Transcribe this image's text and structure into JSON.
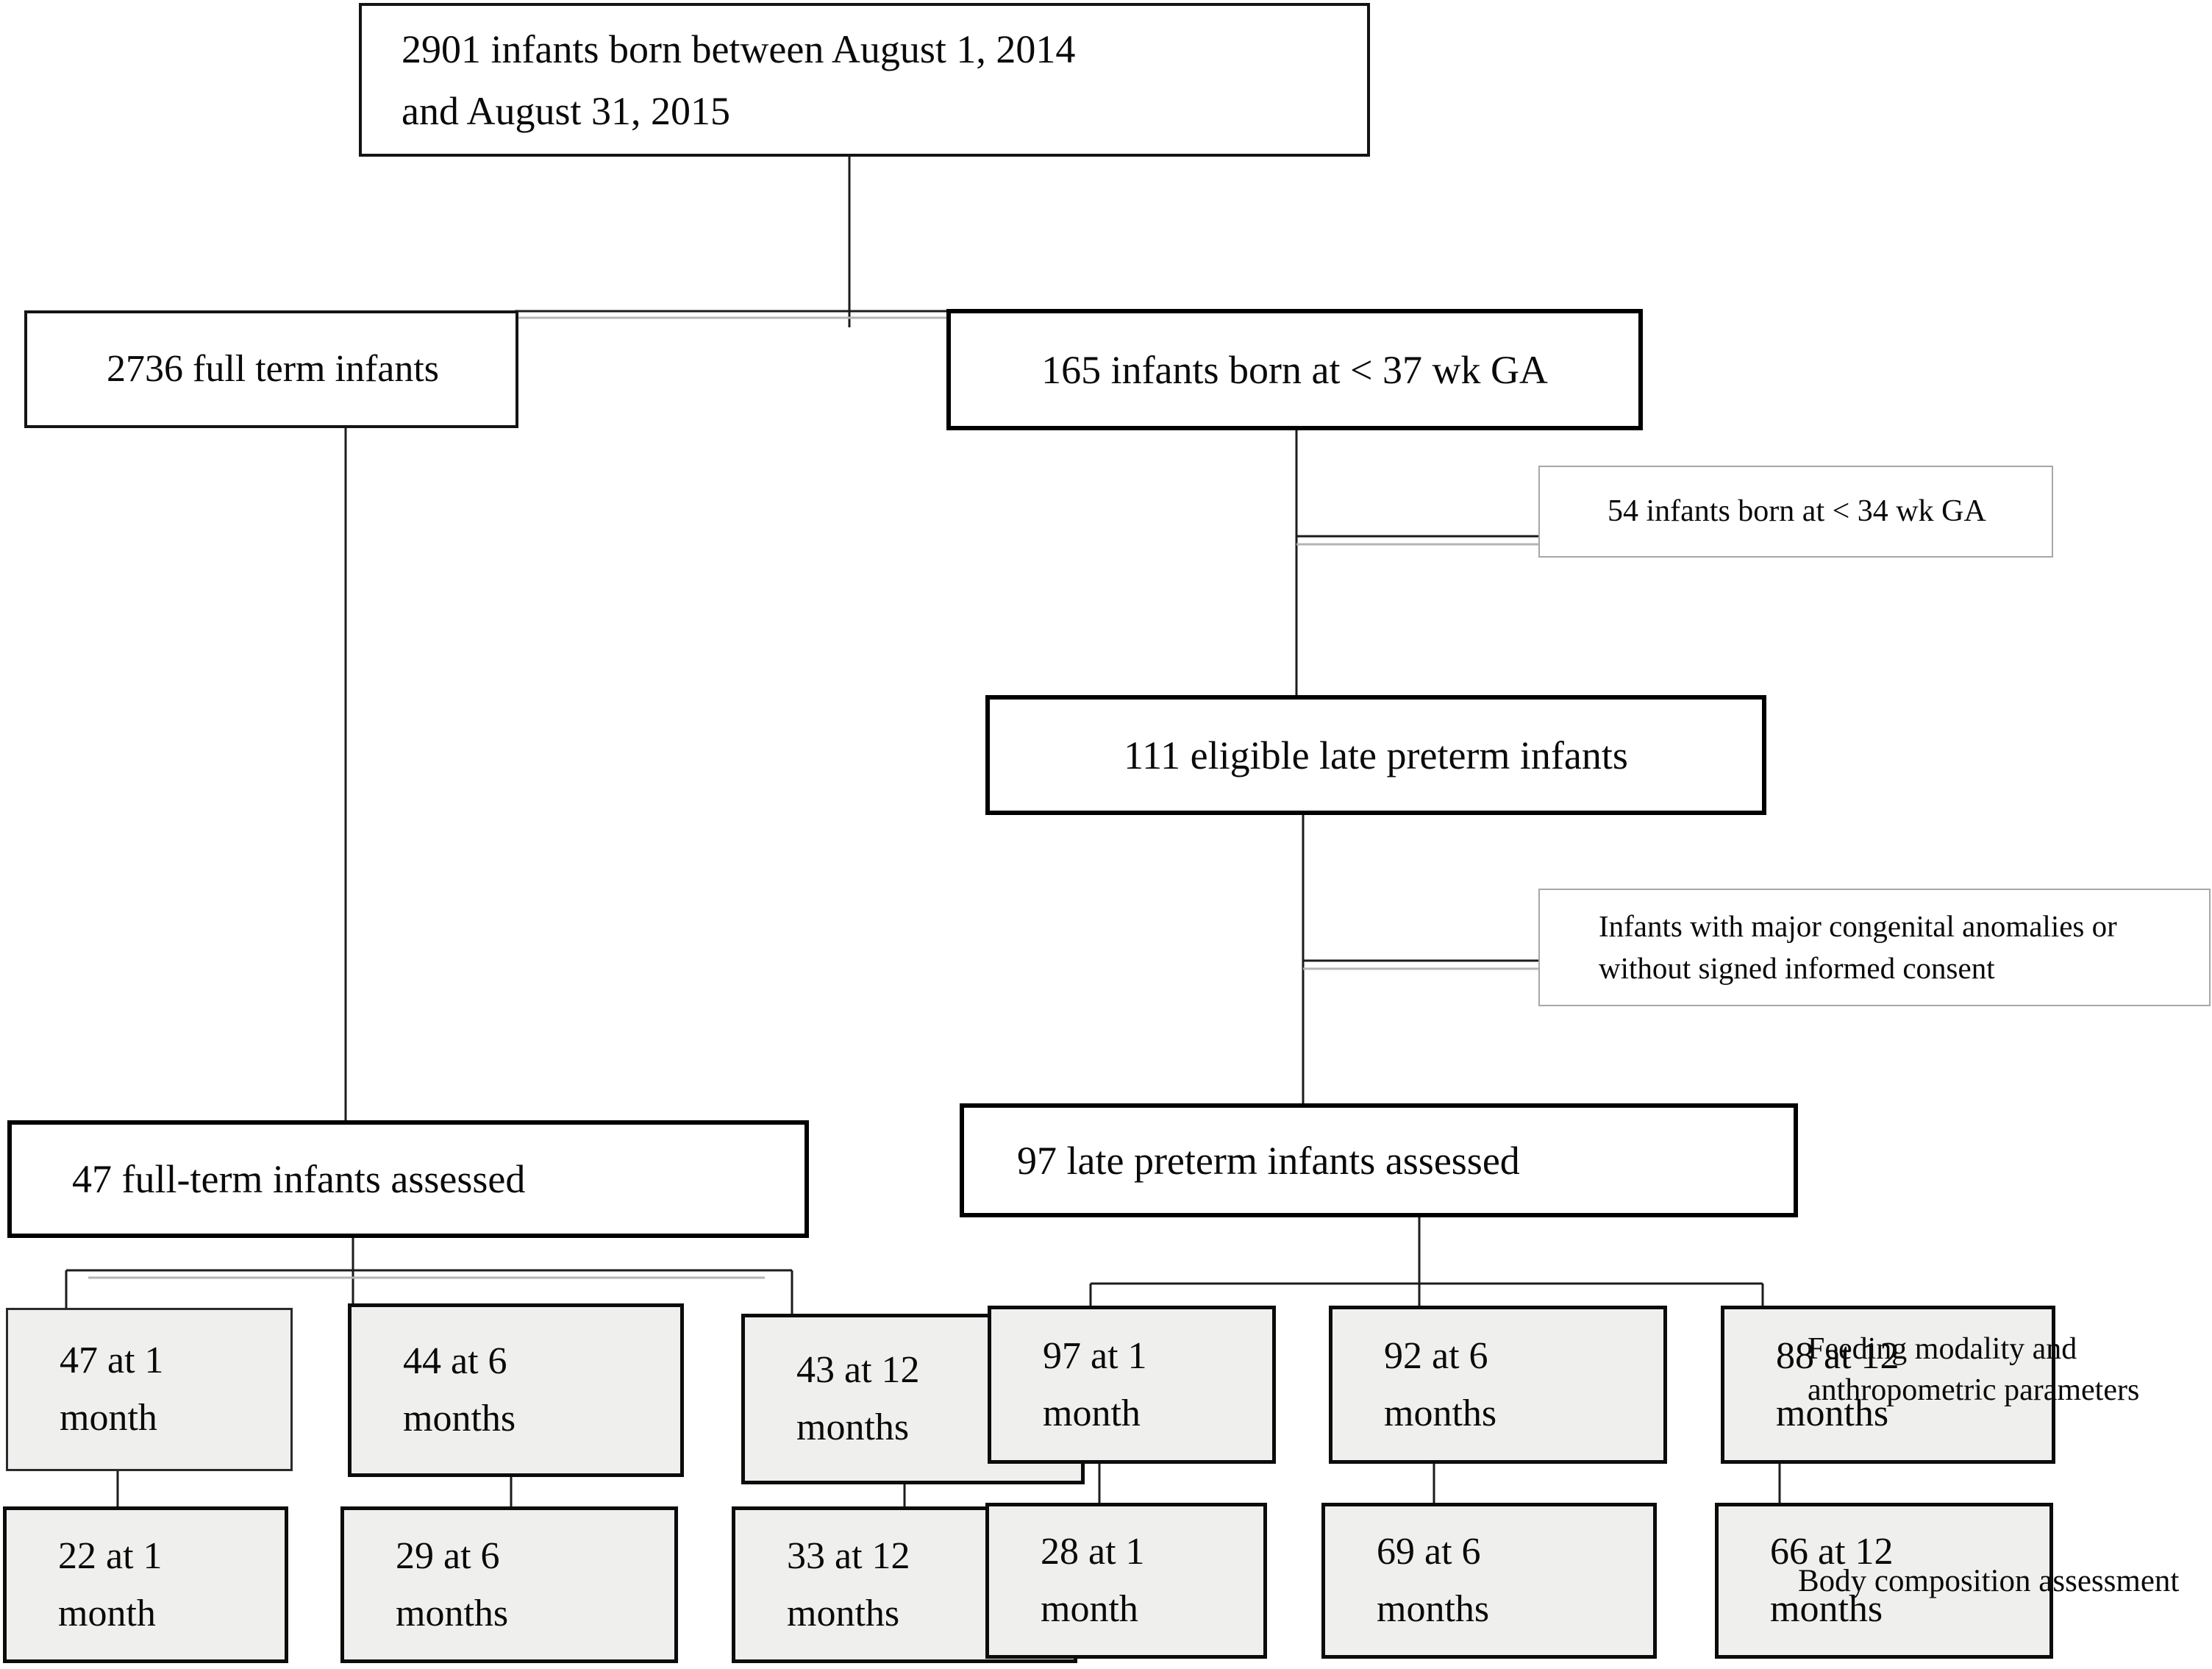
{
  "figure": {
    "type": "study-flow-diagram",
    "colors": {
      "background": "#ffffff",
      "box_border_strong": "#000000",
      "box_border_light": "#a7a7a7",
      "child_box_fill": "#efefee",
      "connector": "#1c1c1c",
      "connector_echo": "#b5b5b5",
      "text": "#0a0a0a"
    },
    "nodes": {
      "total": {
        "lines": [
          "2901 infants born between August 1, 2014",
          "and August 31, 2015"
        ]
      },
      "full_term": {
        "label": "2736 full term infants"
      },
      "preterm37": {
        "label": "165 infants born at < 37 wk GA"
      },
      "excluded34": {
        "label": "54 infants born at < 34 wk GA"
      },
      "eligible": {
        "label": "111 eligible late preterm infants"
      },
      "excluded_anomalies": {
        "lines": [
          "Infants with major congenital anomalies or",
          "without signed informed consent"
        ]
      },
      "full_term_assessed": {
        "label": "47 full-term infants assessed"
      },
      "late_preterm_assessed": {
        "label": "97 late preterm infants assessed"
      },
      "ft_1mo": {
        "lines": [
          "47 at 1",
          "month"
        ]
      },
      "ft_6mo": {
        "lines": [
          "44 at 6",
          "months"
        ]
      },
      "ft_12mo": {
        "lines": [
          "43 at 12",
          "months"
        ]
      },
      "ft_bc_1mo": {
        "lines": [
          "22 at 1",
          "month"
        ]
      },
      "ft_bc_6mo": {
        "lines": [
          "29 at 6",
          "months"
        ]
      },
      "ft_bc_12mo": {
        "lines": [
          "33 at 12",
          "months"
        ]
      },
      "lp_1mo": {
        "lines": [
          "97 at 1",
          "month"
        ]
      },
      "lp_6mo": {
        "lines": [
          "92 at 6",
          "months"
        ]
      },
      "lp_12mo": {
        "lines": [
          "88 at 12",
          "months"
        ]
      },
      "lp_bc_1mo": {
        "lines": [
          "28 at 1",
          "month"
        ]
      },
      "lp_bc_6mo": {
        "lines": [
          "69 at 6",
          "months"
        ]
      },
      "lp_bc_12mo": {
        "lines": [
          "66 at 12",
          "months"
        ]
      }
    },
    "side_labels": {
      "feeding": {
        "lines": [
          "Feeding modality and",
          "anthropometric parameters"
        ]
      },
      "body_composition": {
        "label": "Body composition assessment"
      }
    }
  }
}
